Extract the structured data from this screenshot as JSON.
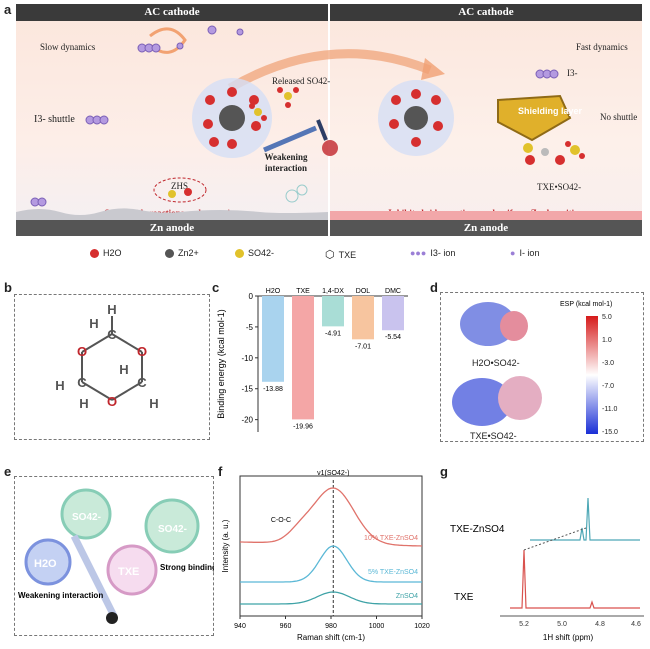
{
  "panel_a": {
    "label": "a",
    "left_top": "AC cathode",
    "right_top": "AC cathode",
    "left_bottom": "Zn anode",
    "right_bottom": "Zn anode",
    "slow_dynamics": "Slow dynamics",
    "fast_dynamics": "Fast dynamics",
    "i3_shuttle": "I3- shuttle",
    "i3_right": "I3-",
    "released": "Released SO42-",
    "weakening": "Weakening interaction",
    "shielding": "Shielding layer",
    "no_shuttle": "No shuttle",
    "zhs": "ZHS",
    "txe_so4": "TXE•SO42-",
    "left_caption": "Severe side reactions and corrosion",
    "right_caption": "Inhibited side reactions and uniform Zn deposition"
  },
  "legend": {
    "h2o": "H2O",
    "zn": "Zn2+",
    "so4": "SO42-",
    "txe": "TXE",
    "i3": "I3- ion",
    "i": "I- ion"
  },
  "panel_b": {
    "label": "b",
    "atoms": [
      "H",
      "H",
      "C",
      "O",
      "O",
      "C",
      "C",
      "H",
      "H",
      "H",
      "H",
      "O"
    ]
  },
  "panel_c": {
    "label": "c"
  },
  "panel_d": {
    "label": "d",
    "colorbar_title": "ESP (kcal mol-1)",
    "ticks": [
      "5.0",
      "1.0",
      "-3.0",
      "-7.0",
      "-11.0",
      "-15.0"
    ],
    "mol1": "H2O•SO42-",
    "mol2": "TXE•SO42-"
  },
  "panel_e": {
    "label": "e",
    "so4": "SO42-",
    "so4b": "SO42-",
    "h2o": "H2O",
    "txe": "TXE",
    "weak": "Weakening interaction",
    "strong": "Strong binding"
  },
  "panel_f": {
    "label": "f",
    "xlabel": "Raman shift (cm-1)",
    "ylabel": "Intensity (a. u.)",
    "peak_label": "ν1(SO42-)",
    "coc": "C-O-C",
    "s1": "10% TXE-ZnSO4",
    "s2": "5% TXE-ZnSO4",
    "s3": "ZnSO4",
    "xticks": [
      "940",
      "960",
      "980",
      "1000",
      "1020"
    ]
  },
  "panel_g": {
    "label": "g",
    "xlabel": "1H shift (ppm)",
    "top": "TXE-ZnSO4",
    "bottom": "TXE",
    "xticks": [
      "5.2",
      "5.0",
      "4.8",
      "4.6"
    ]
  },
  "chart_data": [
    {
      "type": "bar",
      "categories": [
        "H2O",
        "TXE",
        "1,4-DX",
        "DOL",
        "DMC"
      ],
      "values": [
        -13.88,
        -19.96,
        -4.91,
        -7.01,
        -5.54
      ],
      "ylabel": "Binding energy (kcal mol-1)",
      "ylim": [
        -22,
        0
      ],
      "yticks": [
        "0",
        "-5",
        "-10",
        "-15",
        "-20"
      ],
      "colors": [
        "#a9d3ee",
        "#f4a6a6",
        "#a9ddd6",
        "#f7c59f",
        "#c9c3ee"
      ]
    },
    {
      "type": "line",
      "xlabel": "Raman shift (cm-1)",
      "ylabel": "Intensity (a. u.)",
      "xlim": [
        940,
        1020
      ],
      "series": [
        {
          "name": "10% TXE-ZnSO4",
          "peak": 981,
          "color": "#e0736b"
        },
        {
          "name": "5% TXE-ZnSO4",
          "peak": 981,
          "color": "#5bb8d6"
        },
        {
          "name": "ZnSO4",
          "peak": 981,
          "color": "#3fa3a7"
        }
      ]
    }
  ]
}
